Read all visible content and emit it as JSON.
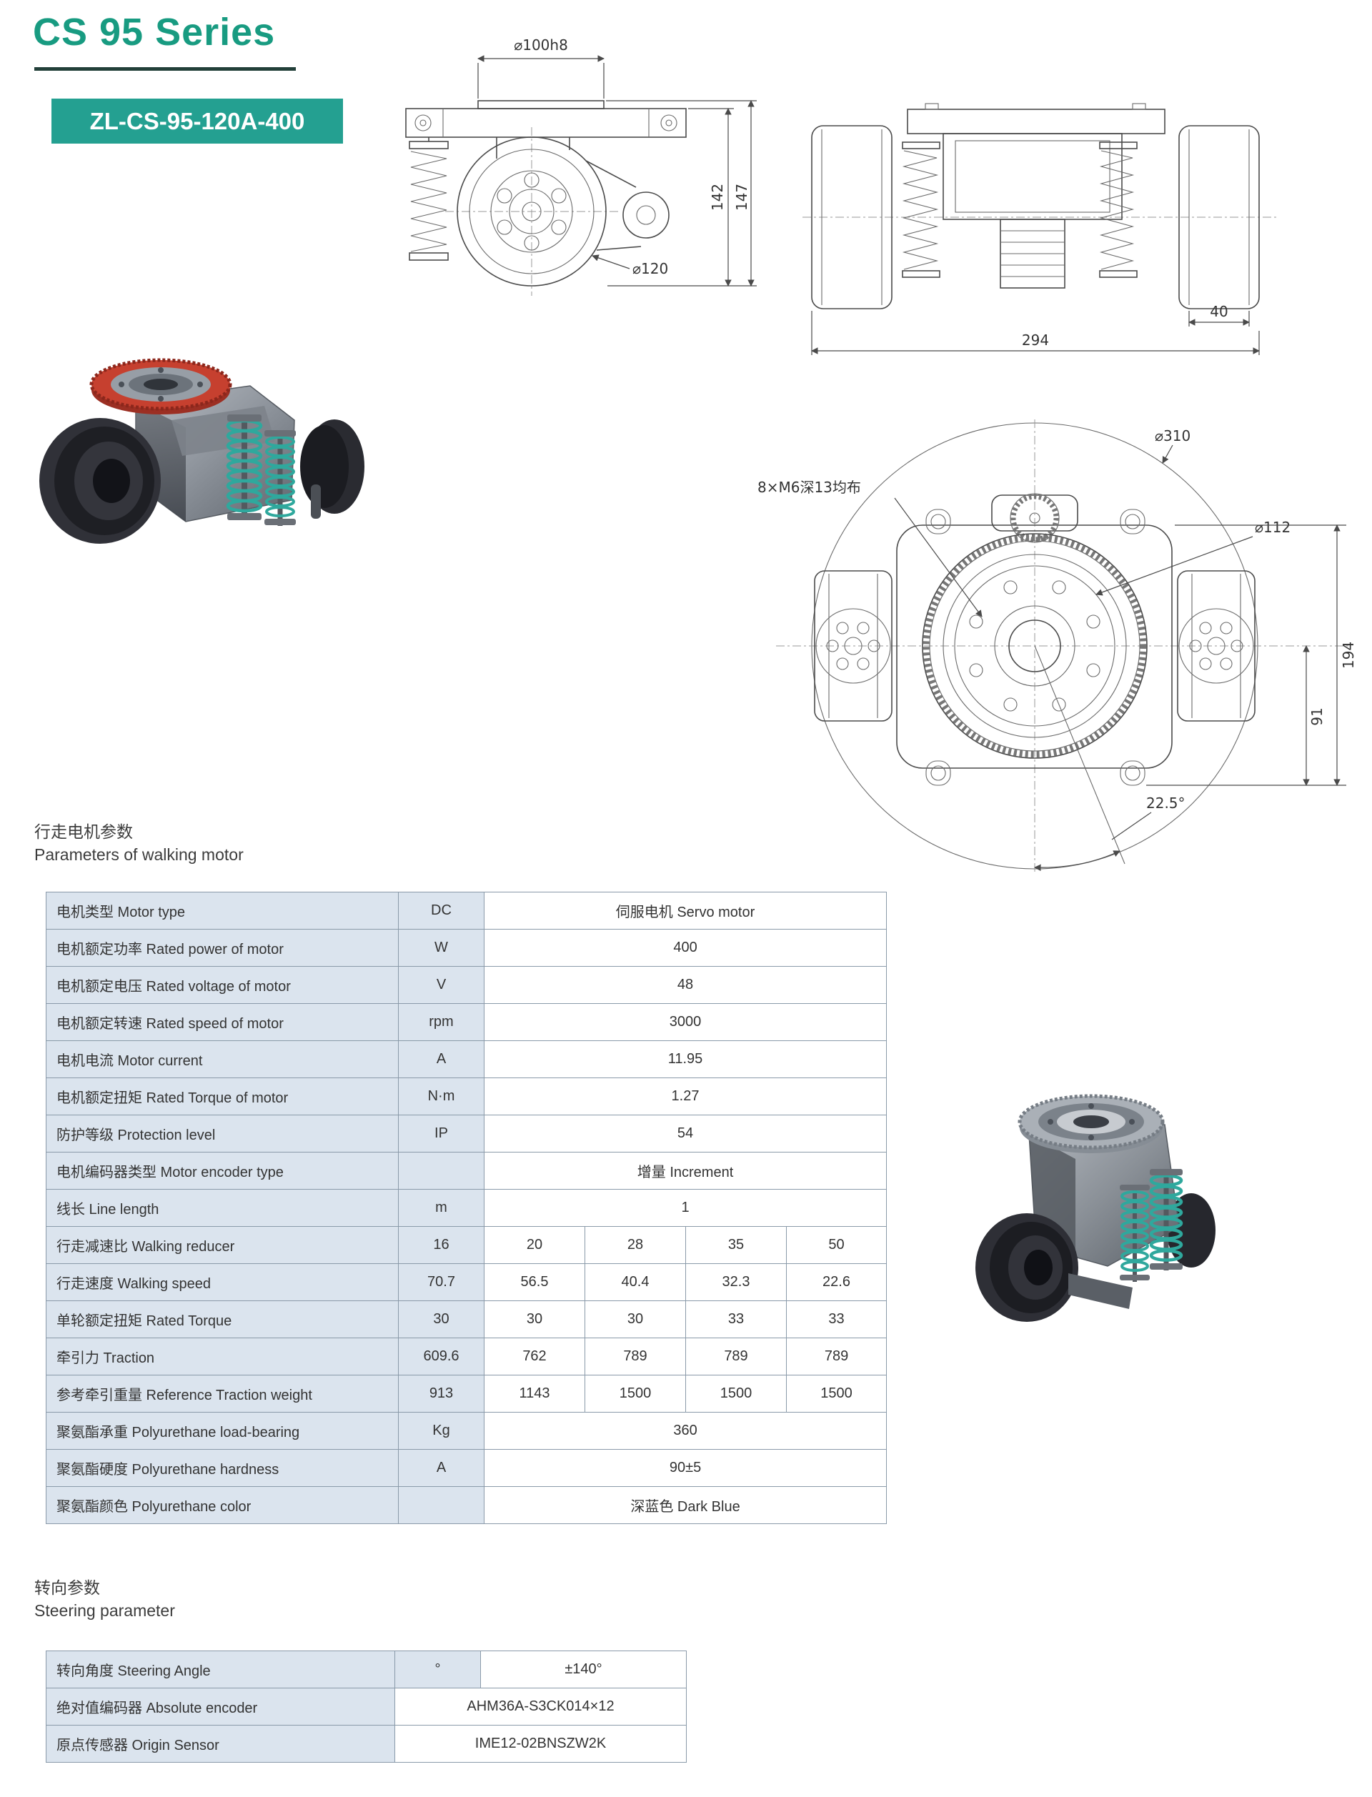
{
  "page": {
    "title": "CS 95 Series",
    "model": "ZL-CS-95-120A-400",
    "accent_color": "#24a091",
    "spring_color": "#2fa89d",
    "ring_color": "#c6402f"
  },
  "front_view": {
    "dims": {
      "top_boss": "⌀100h8",
      "height_plate": "142",
      "height_total": "147",
      "wheel_dia": "⌀120"
    }
  },
  "side_view": {
    "dims": {
      "wheel_width": "40",
      "total_width": "294"
    }
  },
  "plan_view": {
    "dims": {
      "swing_dia": "⌀310",
      "bolt_note": "8×M6深13均布",
      "spigot_dia": "⌀112",
      "length_total": "194",
      "length_half": "91",
      "bolt_angle": "22.5°"
    }
  },
  "walking": {
    "title_zh": "行走电机参数",
    "title_en": "Parameters of walking motor",
    "value_cols": 4,
    "rows": [
      {
        "label": "电机类型 Motor type",
        "unit": "DC",
        "values": [
          "伺服电机 Servo motor"
        ]
      },
      {
        "label": "电机额定功率 Rated power of motor",
        "unit": "W",
        "values": [
          "400"
        ]
      },
      {
        "label": "电机额定电压 Rated voltage of motor",
        "unit": "V",
        "values": [
          "48"
        ]
      },
      {
        "label": "电机额定转速 Rated speed of motor",
        "unit": "rpm",
        "values": [
          "3000"
        ]
      },
      {
        "label": "电机电流 Motor current",
        "unit": "A",
        "values": [
          "11.95"
        ]
      },
      {
        "label": "电机额定扭矩 Rated Torque of motor",
        "unit": "N·m",
        "values": [
          "1.27"
        ]
      },
      {
        "label": "防护等级 Protection level",
        "unit": "IP",
        "values": [
          "54"
        ]
      },
      {
        "label": "电机编码器类型 Motor encoder type",
        "unit": "",
        "values": [
          "增量 Increment"
        ]
      },
      {
        "label": "线长 Line length",
        "unit": "m",
        "values": [
          "1"
        ]
      },
      {
        "label": "行走减速比 Walking reducer",
        "unit": "16",
        "values": [
          "20",
          "28",
          "35",
          "50"
        ]
      },
      {
        "label": "行走速度 Walking speed",
        "unit": "70.7",
        "values": [
          "56.5",
          "40.4",
          "32.3",
          "22.6"
        ]
      },
      {
        "label": "单轮额定扭矩 Rated Torque",
        "unit": "30",
        "values": [
          "30",
          "30",
          "33",
          "33"
        ]
      },
      {
        "label": "牵引力 Traction",
        "unit": "609.6",
        "values": [
          "762",
          "789",
          "789",
          "789"
        ]
      },
      {
        "label": "参考牵引重量 Reference Traction weight",
        "unit": "913",
        "values": [
          "1143",
          "1500",
          "1500",
          "1500"
        ]
      },
      {
        "label": "聚氨酯承重 Polyurethane load-bearing",
        "unit": "Kg",
        "values": [
          "360"
        ]
      },
      {
        "label": "聚氨酯硬度 Polyurethane hardness",
        "unit": "A",
        "values": [
          "90±5"
        ]
      },
      {
        "label": "聚氨酯颜色 Polyurethane color",
        "unit": "",
        "values": [
          "深蓝色 Dark Blue"
        ]
      }
    ]
  },
  "steering": {
    "title_zh": "转向参数",
    "title_en": "Steering parameter",
    "value_cols": 1,
    "rows": [
      {
        "label": "转向角度 Steering Angle",
        "unit": "°",
        "values": [
          "±140°"
        ]
      },
      {
        "label": "绝对值编码器 Absolute encoder",
        "merged": true,
        "values": [
          "AHM36A-S3CK014×12"
        ]
      },
      {
        "label": "原点传感器 Origin Sensor",
        "merged": true,
        "values": [
          "IME12-02BNSZW2K"
        ]
      }
    ]
  }
}
